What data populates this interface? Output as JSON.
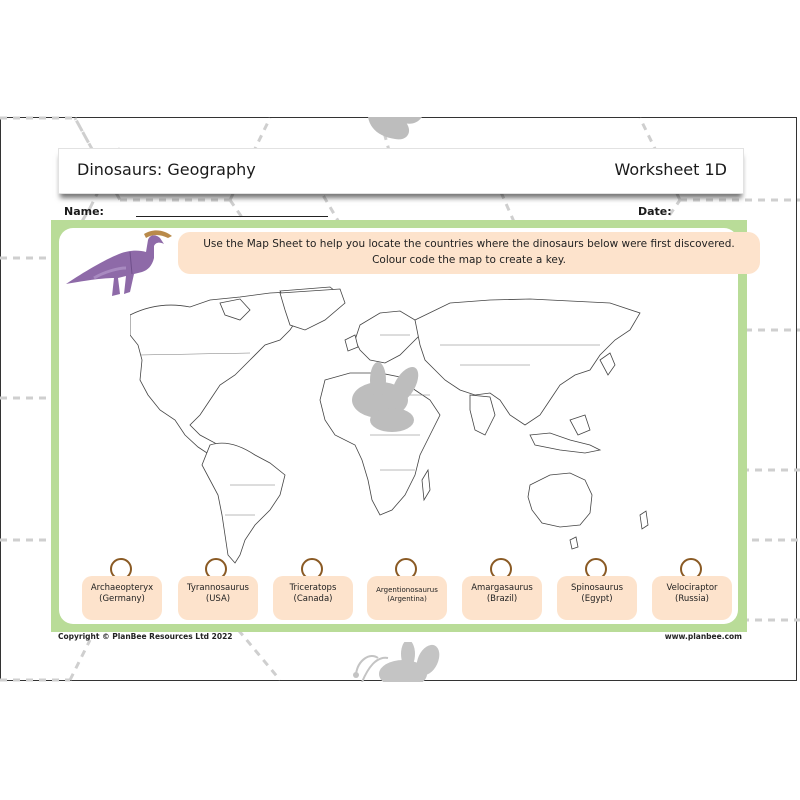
{
  "header": {
    "title": "Dinosaurs: Geography",
    "worksheet": "Worksheet 1D"
  },
  "fields": {
    "name_label": "Name:",
    "date_label": "Date:"
  },
  "instructions": {
    "line1": "Use the Map Sheet to help you locate the countries where the dinosaurs below were first discovered.",
    "line2": "Colour code the map to create a key."
  },
  "map": {
    "type": "world-outline-map",
    "icon": "world-map-icon"
  },
  "key": [
    {
      "dinosaur": "Archaeopteryx",
      "country": "(Germany)"
    },
    {
      "dinosaur": "Tyrannosaurus",
      "country": "(USA)"
    },
    {
      "dinosaur": "Triceratops",
      "country": "(Canada)"
    },
    {
      "dinosaur": "Argentionosaurus",
      "country": "(Argentina)"
    },
    {
      "dinosaur": "Amargasaurus",
      "country": "(Brazil)"
    },
    {
      "dinosaur": "Spinosaurus",
      "country": "(Egypt)"
    },
    {
      "dinosaur": "Velociraptor",
      "country": "(Russia)"
    }
  ],
  "footer": {
    "copyright": "Copyright © PlanBee Resources Ltd 2022",
    "website": "www.planbee.com"
  },
  "colors": {
    "frame_green": "#b9dc98",
    "peach": "#fde3cc",
    "circle_brown": "#8a5a24",
    "dino_purple": "#8e6aa8",
    "watermark_gray": "#bdbdbd"
  }
}
